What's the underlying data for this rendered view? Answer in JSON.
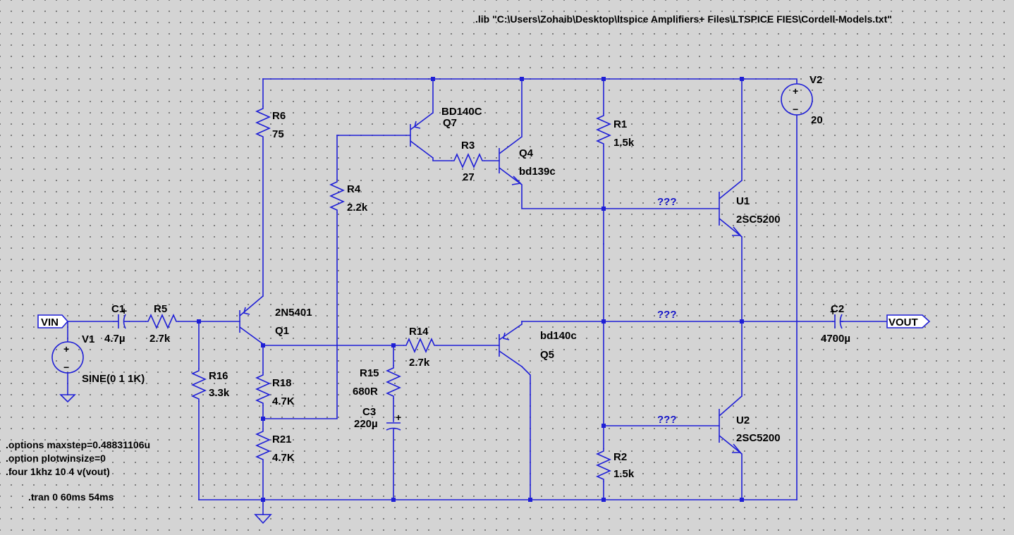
{
  "lib_directive": ".lib \"C:\\Users\\Zohaib\\Desktop\\ltspice Amplifiers+ Files\\LTSPICE FIES\\Cordell-Models.txt\"",
  "directives": [
    ".options maxstep=0.48831106u",
    ".option plotwinsize=0",
    ".four 1khz 10 4 v(vout)"
  ],
  "tran": ".tran 0 60ms 54ms",
  "ports": {
    "input": "VIN",
    "output": "VOUT"
  },
  "components": {
    "R6": {
      "name": "R6",
      "value": "75"
    },
    "R4": {
      "name": "R4",
      "value": "2.2k"
    },
    "R3": {
      "name": "R3",
      "value": "27"
    },
    "R1": {
      "name": "R1",
      "value": "1.5k"
    },
    "R2": {
      "name": "R2",
      "value": "1.5k"
    },
    "R5": {
      "name": "R5",
      "value": "2.7k"
    },
    "R16": {
      "name": "R16",
      "value": "3.3k"
    },
    "R18": {
      "name": "R18",
      "value": "4.7K"
    },
    "R21": {
      "name": "R21",
      "value": "4.7K"
    },
    "R14": {
      "name": "R14",
      "value": "2.7k"
    },
    "R15": {
      "name": "R15",
      "value": "680R"
    },
    "C1": {
      "name": "C1",
      "value": "4.7µ"
    },
    "C2": {
      "name": "C2",
      "value": "4700µ"
    },
    "C3": {
      "name": "C3",
      "value": "220µ"
    },
    "V1": {
      "name": "V1",
      "value": "SINE(0 1 1K)"
    },
    "V2": {
      "name": "V2",
      "value": "20"
    },
    "Q7": {
      "name": "Q7",
      "model": "BD140C"
    },
    "Q4": {
      "name": "Q4",
      "model": "bd139c"
    },
    "Q1": {
      "name": "Q1",
      "model": "2N5401"
    },
    "Q5": {
      "name": "Q5",
      "model": "bd140c"
    },
    "U1": {
      "name": "U1",
      "model": "2SC5200"
    },
    "U2": {
      "name": "U2",
      "model": "2SC5200"
    }
  },
  "unknown_labels": [
    "???",
    "???",
    "???"
  ],
  "polarity": {
    "plus": "+",
    "minus": "−"
  },
  "colors": {
    "wire": "#1f1fd6",
    "background": "#d4d4d4",
    "grid_dot": "#6e6e6e",
    "text": "#000000",
    "unknown_label": "#1414c8"
  }
}
